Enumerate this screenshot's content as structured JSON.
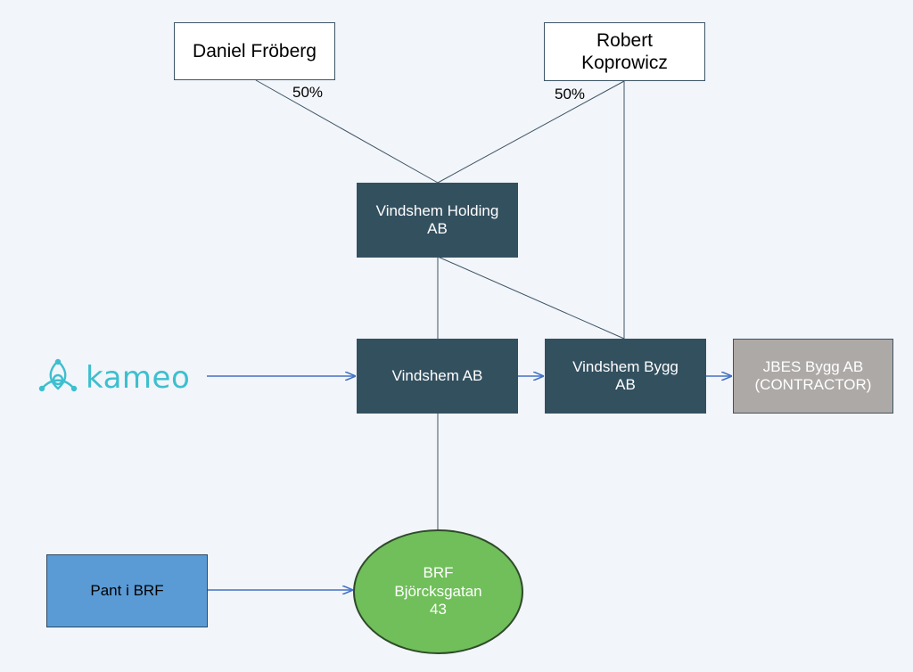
{
  "nodes": {
    "daniel": "Daniel Fröberg",
    "robert": "Robert\nKoprowicz",
    "holding": "Vindshem Holding\nAB",
    "vindshem_ab": "Vindshem AB",
    "bygg": "Vindshem Bygg\nAB",
    "jbes": "JBES Bygg AB\n(CONTRACTOR)",
    "pant": "Pant i BRF",
    "brf": "BRF\nBjörcksgatan\n43"
  },
  "ownership": {
    "daniel_pct": "50%",
    "robert_pct": "50%"
  },
  "logo": {
    "wordmark": "kameo",
    "icon": "kameo-knot-icon"
  },
  "colors": {
    "background": "#f2f5fa",
    "company_fill": "#33505f",
    "contractor_fill": "#ada9a7",
    "pant_fill": "#5b9bd5",
    "brf_fill": "#70bf5a",
    "kameo_brand": "#3dbfcf",
    "connector": "#3e5566",
    "arrow": "#4472c4"
  }
}
